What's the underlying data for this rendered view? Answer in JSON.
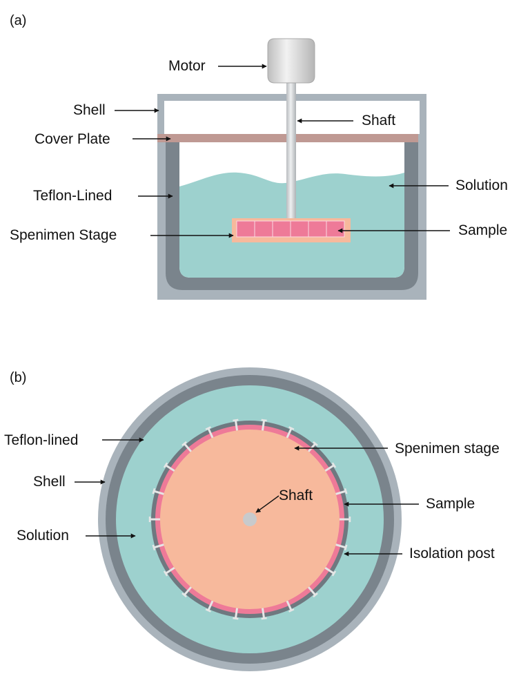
{
  "panel_a": {
    "tag": "(a)",
    "labels": {
      "motor": "Motor",
      "shell": "Shell",
      "cover_plate": "Cover Plate",
      "teflon": "Teflon-Lined",
      "stage": "Spenimen Stage",
      "shaft": "Shaft",
      "solution": "Solution",
      "sample": "Sample"
    }
  },
  "panel_b": {
    "tag": "(b)",
    "labels": {
      "teflon": "Teflon-lined",
      "shell": "Shell",
      "solution": "Solution",
      "stage": "Spenimen stage",
      "shaft": "Shaft",
      "sample": "Sample",
      "post": "Isolation post"
    }
  },
  "colors": {
    "shell": "#a9b3bb",
    "teflon": "#7a848c",
    "solution": "#9dd1ce",
    "cover_plate": "#bf9993",
    "stage": "#f7b99c",
    "sample": "#ee7a98",
    "shaft": "#c8cacc",
    "motor": "#d4d4d4",
    "post": "#e6e6e6"
  }
}
